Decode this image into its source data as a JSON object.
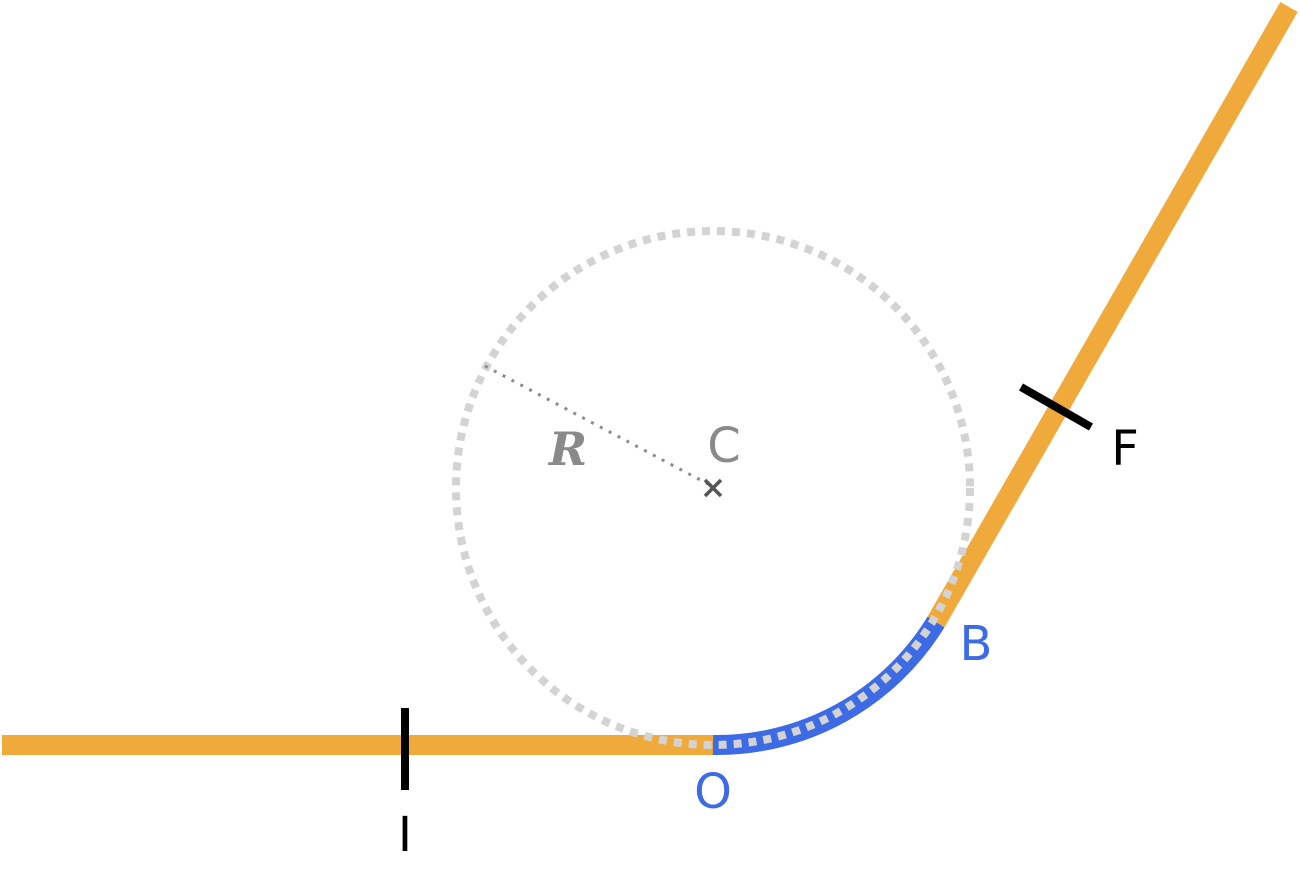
{
  "labels": {
    "start": "I",
    "origin": "O",
    "arc_end": "B",
    "finish": "F",
    "center": "C",
    "radius": "R"
  },
  "colors": {
    "path": "#F0AA3C",
    "arc": "#3D6BE5",
    "circle": "#D3D3D3",
    "ticks": "#000000",
    "center_marker": "#555555",
    "radius_line": "#8C8C8C",
    "center_label": "#8A8A8A"
  },
  "icons": {
    "center_marker": "x-mark-icon"
  }
}
